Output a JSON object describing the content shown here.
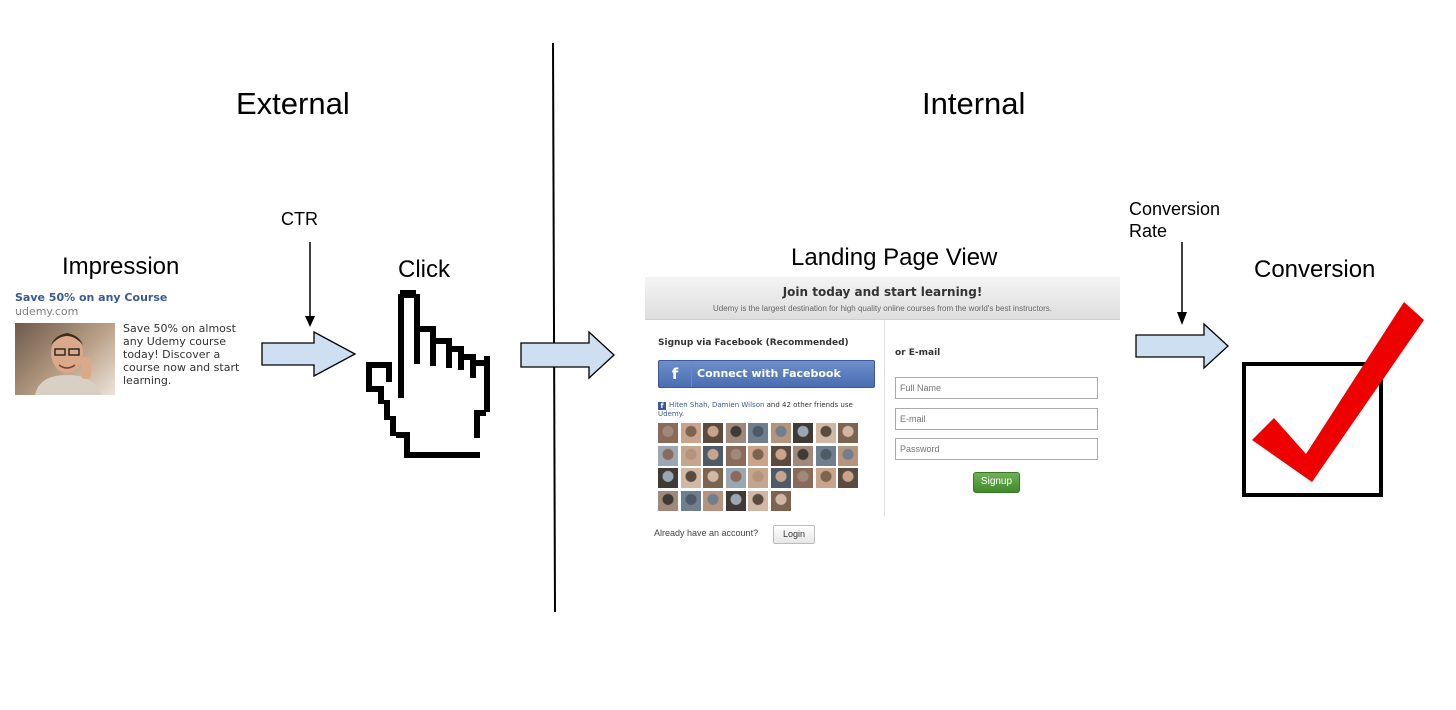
{
  "headings": {
    "external": "External",
    "internal": "Internal"
  },
  "stages": {
    "impression": "Impression",
    "click": "Click",
    "landing_page_view": "Landing Page View",
    "conversion": "Conversion"
  },
  "metrics": {
    "ctr": "CTR",
    "conversion_rate_line1": "Conversion",
    "conversion_rate_line2": "Rate"
  },
  "ad": {
    "title": "Save 50% on any Course",
    "domain": "udemy.com",
    "text_lines": [
      "Save 50% on almost",
      "any Udemy course",
      "today! Discover a",
      "course now and start",
      "learning."
    ]
  },
  "landing_page": {
    "title": "Join today and start learning!",
    "subtitle": "Udemy is the largest destination for high quality online courses from the world's best instructors.",
    "facebook_heading": "Signup via Facebook (Recommended)",
    "facebook_button": "Connect with Facebook",
    "friends_names": "Hiten Shah, Damien Wilson",
    "friends_text": " and 42 other friends use ",
    "friends_brand": "Udemy.",
    "email_heading": "or E-mail",
    "fields": {
      "full_name": "Full Name",
      "email": "E-mail",
      "password": "Password"
    },
    "signup_button": "Signup",
    "account_prompt": "Already have an account?",
    "login_button": "Login"
  },
  "colors": {
    "arrow_fill": "#cddff0",
    "checkmark": "#ee0000",
    "facebook_blue": "#4a6db1",
    "signup_green": "#4b9a36",
    "link_blue": "#3b5998"
  },
  "icons": [
    "pointing-hand-cursor-icon",
    "checkbox-icon",
    "checkmark-icon",
    "facebook-f-icon",
    "right-arrow-icon",
    "down-arrow-icon"
  ]
}
